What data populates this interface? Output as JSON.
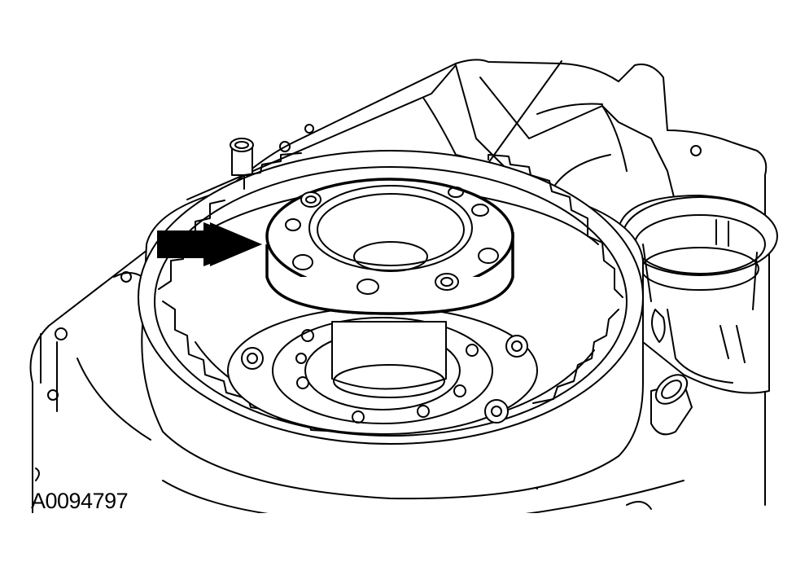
{
  "figure": {
    "id_label": "A0094797"
  },
  "style": {
    "line_color": "#000000",
    "background_color": "#ffffff"
  },
  "callouts": [
    {
      "icon": "double-arrow-right",
      "points_to": "ring-fixture"
    }
  ]
}
